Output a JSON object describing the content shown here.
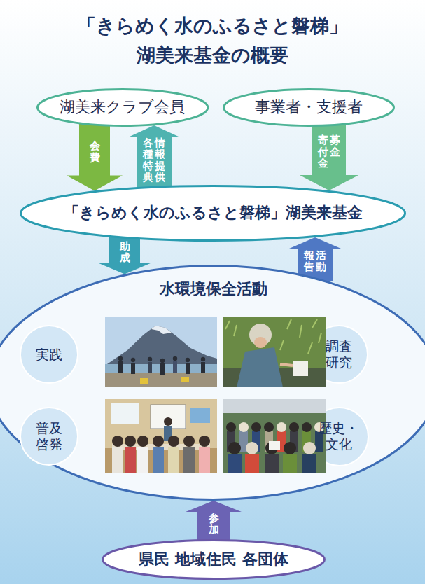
{
  "diagram": {
    "title": "「きらめく水のふるさと磐梯」 湖美来基金の概要",
    "nodes": [
      {
        "text": [
          "湖美来クラブ会員"
        ]
      },
      {
        "text": [
          "事業者・支援者"
        ]
      },
      {
        "text": [
          "「きらめく水のふるさと磐梯」湖美来基金"
        ]
      },
      {
        "text": [
          "水環境保全活動"
        ]
      },
      {
        "text": [
          "実践"
        ],
        "in": 3
      },
      {
        "text": [
          "調査 研究"
        ],
        "in": 3
      },
      {
        "text": [
          "普及 啓発"
        ],
        "in": 3
      },
      {
        "text": [
          "歴史・ 文化"
        ],
        "in": 3
      },
      {
        "text": [
          "県民 地域住民 各団体"
        ]
      }
    ],
    "edges": [
      {
        "from": 0,
        "to": 2,
        "label": "会費",
        "arrow": "to"
      },
      {
        "from": 2,
        "to": 0,
        "label": "情報提供 各種特典",
        "arrow": "to"
      },
      {
        "from": 1,
        "to": 2,
        "label": "募金 寄付金",
        "arrow": "to"
      },
      {
        "from": 2,
        "to": 3,
        "label": "助成",
        "arrow": "to"
      },
      {
        "from": 3,
        "to": 2,
        "label": "活動 報告",
        "arrow": "to"
      },
      {
        "from": 8,
        "to": 3,
        "label": "参加",
        "arrow": "to"
      }
    ]
  }
}
